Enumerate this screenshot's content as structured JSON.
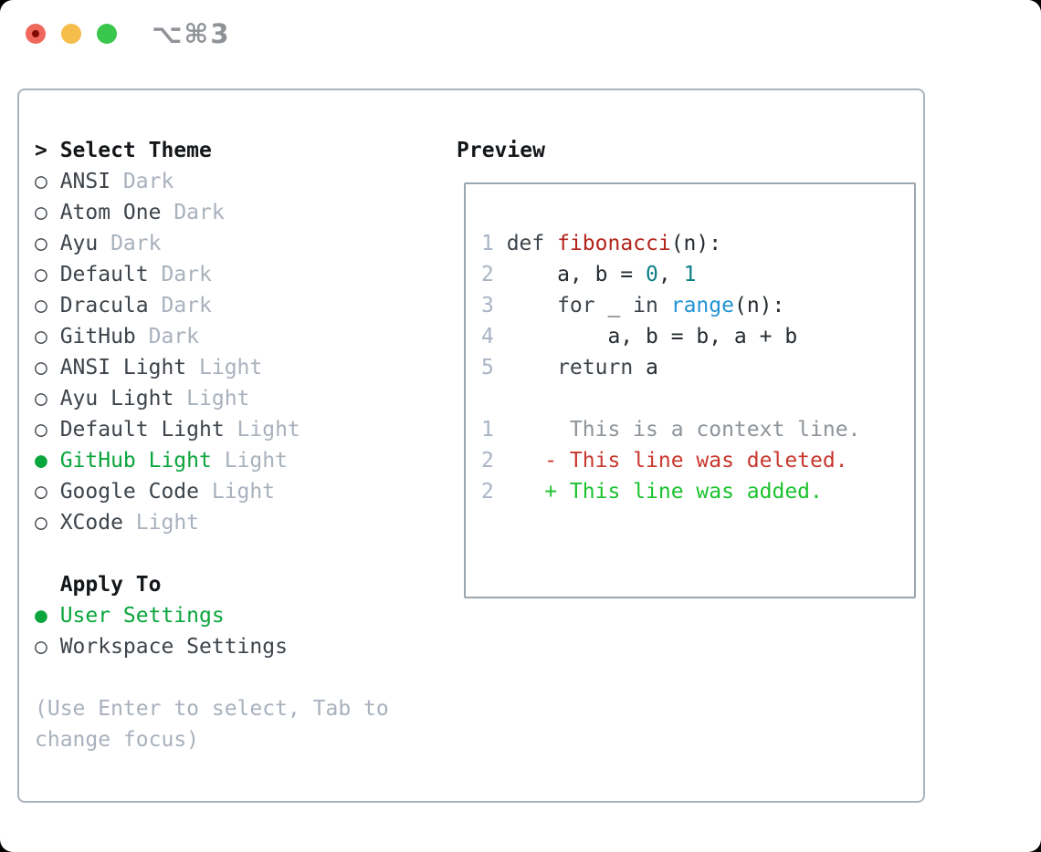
{
  "window": {
    "title": "⌥⌘3",
    "traffic_lights": [
      {
        "name": "close",
        "color": "#f0685c",
        "has_dot": true,
        "dot_color": "#820b05"
      },
      {
        "name": "minimize",
        "color": "#f7bd4c"
      },
      {
        "name": "maximize",
        "color": "#38c74c"
      }
    ]
  },
  "colors": {
    "selected_green": "#0aa53c",
    "muted_gray": "#a8b1bd",
    "list_text": "#3d444b",
    "header_text": "#14171a",
    "panel_border": "#aab4be",
    "preview_border": "#9ba5b0",
    "line_number": "#a9b4c4",
    "function_red": "#b2251c",
    "number_teal": "#0e7e85",
    "builtin_blue": "#2293d5",
    "diff_context": "#8d949b",
    "diff_deleted": "#c8372d",
    "diff_added": "#1cc22f"
  },
  "theme_panel": {
    "header": {
      "prompt": ">",
      "label": "Select Theme"
    },
    "bullet_unselected": "○",
    "bullet_selected": "●",
    "themes": [
      {
        "name": "ANSI",
        "variant": "Dark",
        "selected": false
      },
      {
        "name": "Atom One",
        "variant": "Dark",
        "selected": false
      },
      {
        "name": "Ayu",
        "variant": "Dark",
        "selected": false
      },
      {
        "name": "Default",
        "variant": "Dark",
        "selected": false
      },
      {
        "name": "Dracula",
        "variant": "Dark",
        "selected": false
      },
      {
        "name": "GitHub",
        "variant": "Dark",
        "selected": false
      },
      {
        "name": "ANSI Light",
        "variant": "Light",
        "selected": false
      },
      {
        "name": "Ayu Light",
        "variant": "Light",
        "selected": false
      },
      {
        "name": "Default Light",
        "variant": "Light",
        "selected": false
      },
      {
        "name": "GitHub Light",
        "variant": "Light",
        "selected": true
      },
      {
        "name": "Google Code",
        "variant": "Light",
        "selected": false
      },
      {
        "name": "XCode",
        "variant": "Light",
        "selected": false
      }
    ],
    "apply_to": {
      "label": "Apply To",
      "options": [
        {
          "name": "User Settings",
          "selected": true
        },
        {
          "name": "Workspace Settings",
          "selected": false
        }
      ]
    },
    "hint_line1": "(Use Enter to select, Tab to",
    "hint_line2": "change focus)"
  },
  "preview": {
    "label": "Preview",
    "code_lines": [
      {
        "num": "1",
        "tokens": [
          {
            "text": "def ",
            "style": "keyword"
          },
          {
            "text": "fibonacci",
            "style": "function"
          },
          {
            "text": "(n):",
            "style": "plain"
          }
        ]
      },
      {
        "num": "2",
        "tokens": [
          {
            "text": "    a, b = ",
            "style": "plain"
          },
          {
            "text": "0",
            "style": "number"
          },
          {
            "text": ", ",
            "style": "plain"
          },
          {
            "text": "1",
            "style": "number"
          }
        ]
      },
      {
        "num": "3",
        "tokens": [
          {
            "text": "    ",
            "style": "plain"
          },
          {
            "text": "for",
            "style": "keyword"
          },
          {
            "text": " _ ",
            "style": "plain"
          },
          {
            "text": "in",
            "style": "keyword"
          },
          {
            "text": " ",
            "style": "plain"
          },
          {
            "text": "range",
            "style": "builtin"
          },
          {
            "text": "(n):",
            "style": "plain"
          }
        ]
      },
      {
        "num": "4",
        "tokens": [
          {
            "text": "        a, b = b, a + b",
            "style": "plain"
          }
        ]
      },
      {
        "num": "5",
        "tokens": [
          {
            "text": "    ",
            "style": "plain"
          },
          {
            "text": "return",
            "style": "keyword"
          },
          {
            "text": " a",
            "style": "plain"
          }
        ]
      },
      {
        "num": "",
        "tokens": []
      },
      {
        "num": "1",
        "tokens": [
          {
            "text": "     This is a context line.",
            "style": "context"
          }
        ]
      },
      {
        "num": "2",
        "tokens": [
          {
            "text": "   - This line was deleted.",
            "style": "deleted"
          }
        ]
      },
      {
        "num": "2",
        "tokens": [
          {
            "text": "   + This line was added.",
            "style": "added"
          }
        ]
      }
    ]
  }
}
